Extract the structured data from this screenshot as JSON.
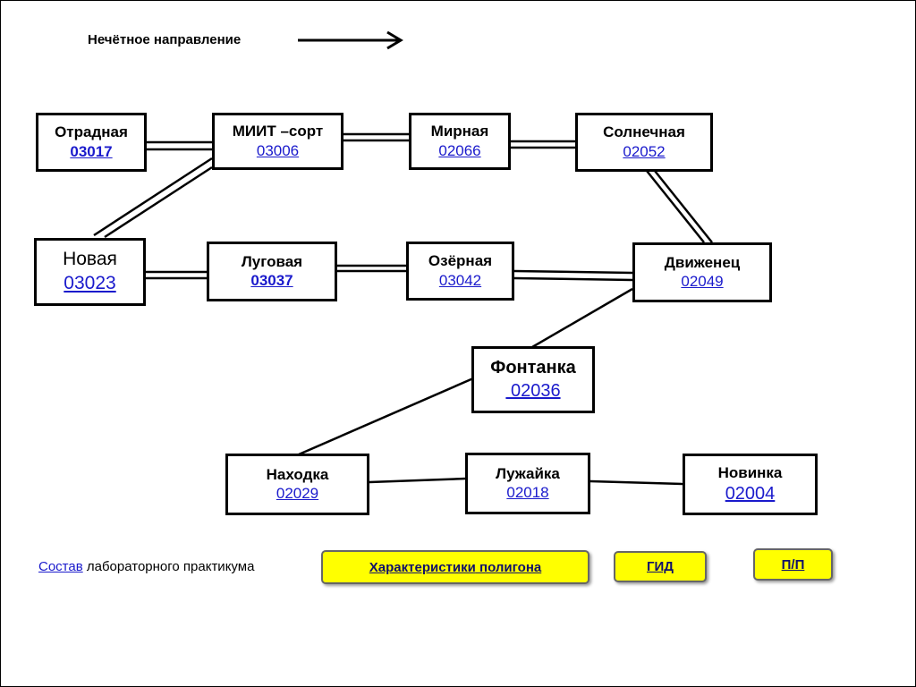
{
  "header": {
    "direction_label": "Нечётное направление",
    "arrow_icon": "right-arrow-icon"
  },
  "stations": {
    "otradnaya": {
      "name": "Отрадная",
      "code": "03017"
    },
    "miit": {
      "name": "МИИТ –сорт",
      "code": "03006"
    },
    "mirnaya": {
      "name": "Мирная",
      "code": "02066"
    },
    "solnechnaya": {
      "name": "Солнечная",
      "code": "02052"
    },
    "novaya": {
      "name": "Новая",
      "code": "03023"
    },
    "lugovaya": {
      "name": "Луговая",
      "code": "03037"
    },
    "ozernaya": {
      "name": "Озёрная",
      "code": "03042"
    },
    "dvizhenets": {
      "name": "Движенец",
      "code": "02049"
    },
    "fontanka": {
      "name": "Фонтанка",
      "code": " 02036"
    },
    "nakhodka": {
      "name": "Находка",
      "code": "02029"
    },
    "luzhaika": {
      "name": "Лужайка",
      "code": "02018"
    },
    "novinka": {
      "name": "Новинка",
      "code": "02004"
    }
  },
  "footer": {
    "link": "Состав",
    "text": " лабораторного практикума"
  },
  "buttons": {
    "characteristics_link": "Характеристики",
    "characteristics_rest": " полигона",
    "gid": "ГИД",
    "pp": "П/П"
  }
}
